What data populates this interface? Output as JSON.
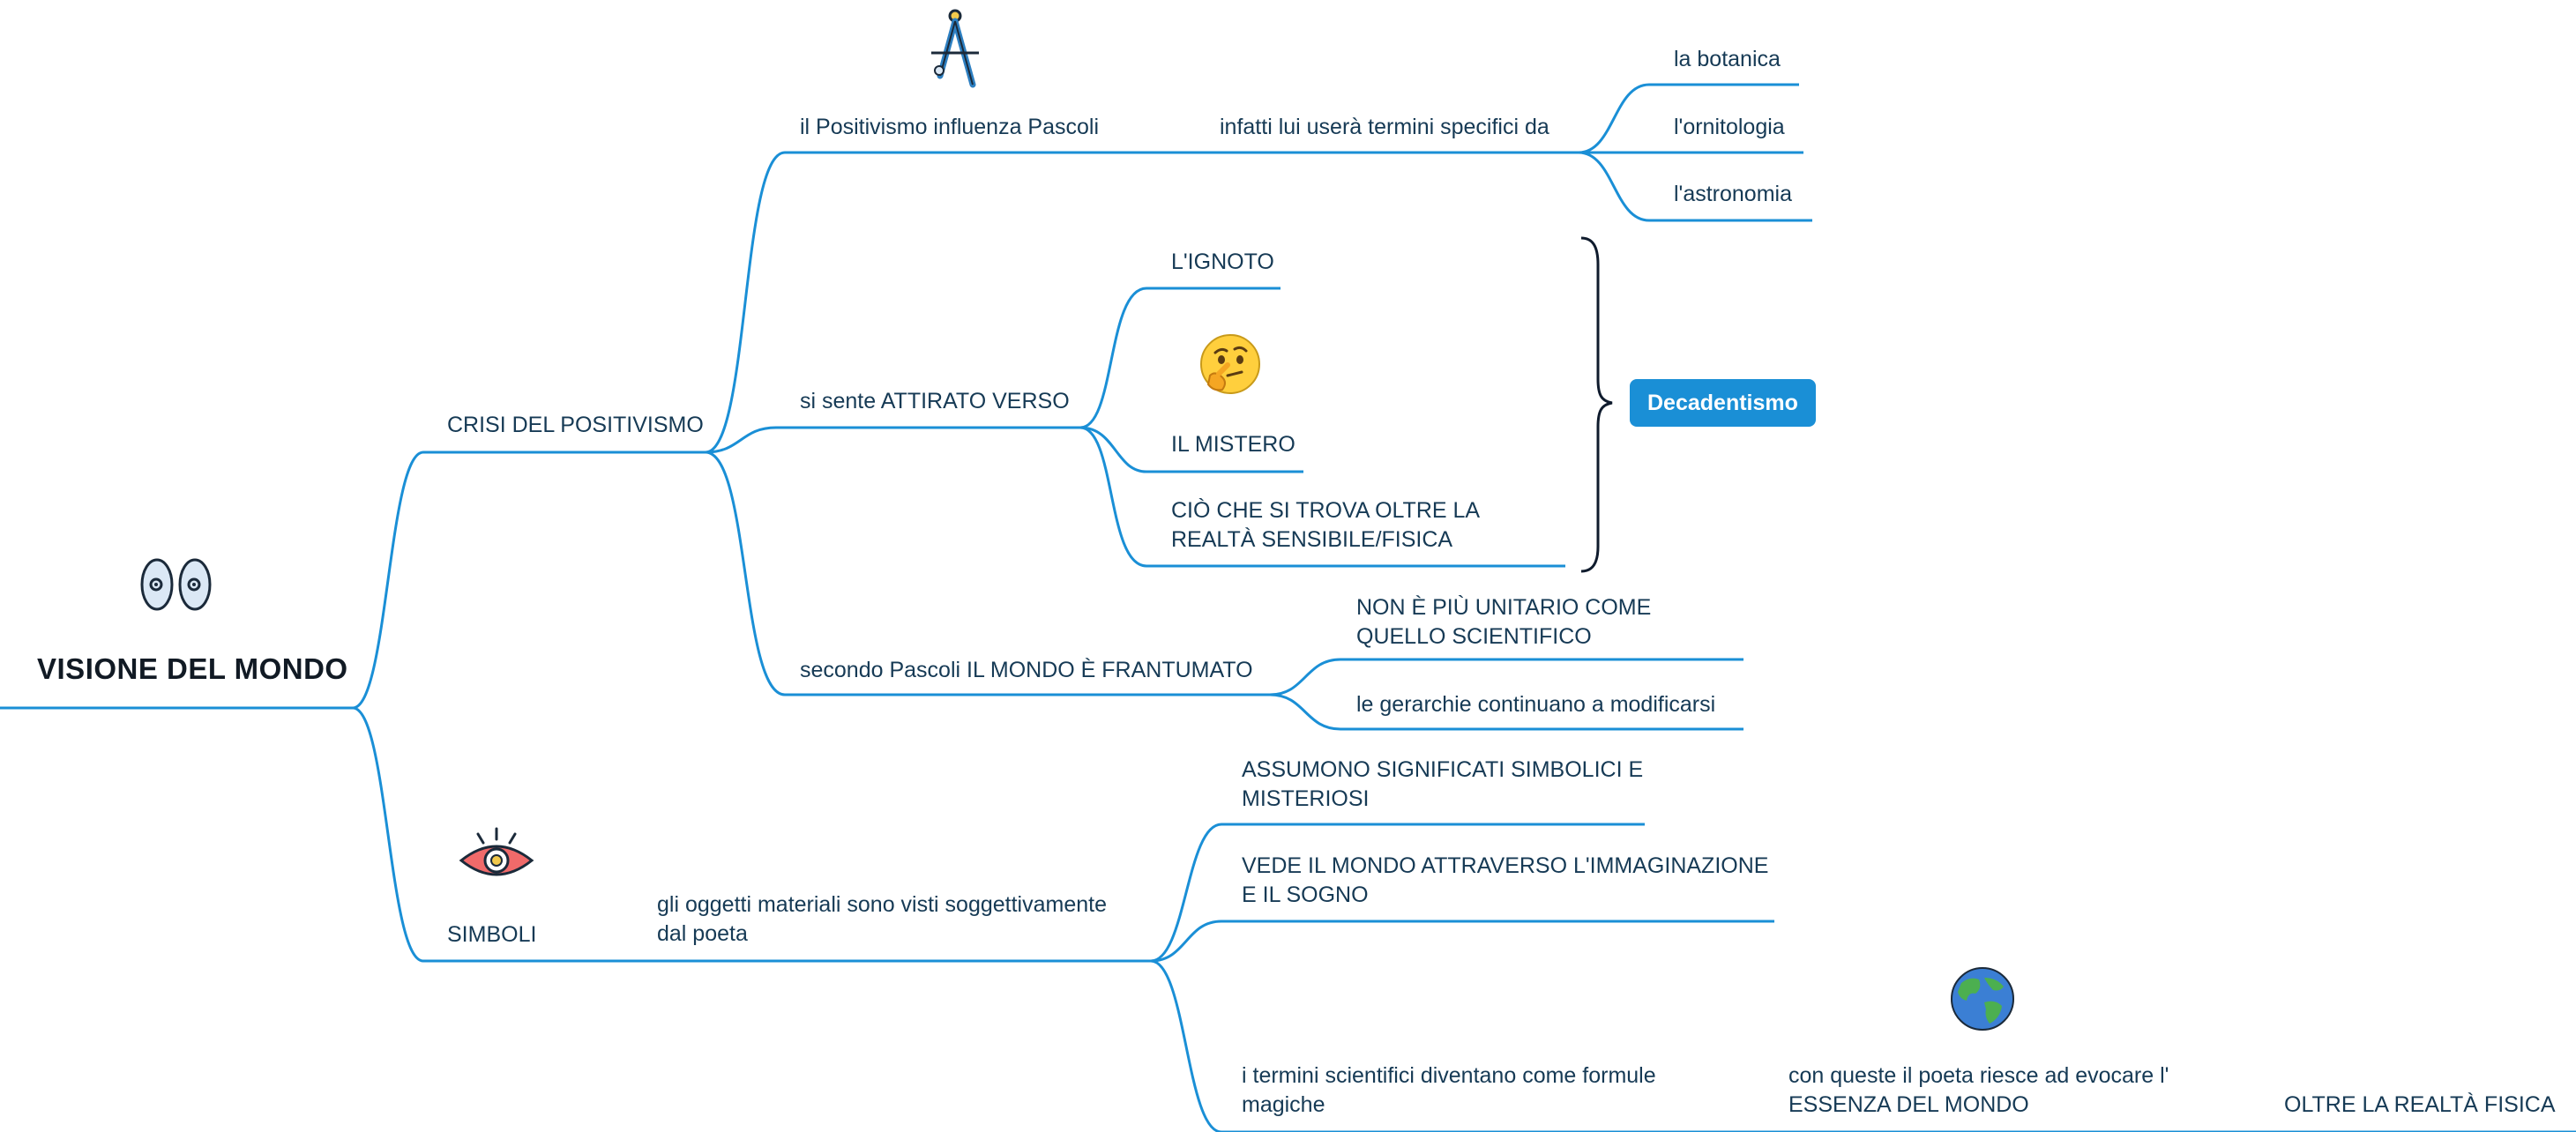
{
  "root": {
    "label": "VISIONE DEL MONDO",
    "icon": "eyes-icon"
  },
  "branches": {
    "crisi": {
      "label": "CRISI DEL POSITIVISMO",
      "positivismo": {
        "label": "il Positivismo influenza Pascoli",
        "icon": "compass-tool-icon",
        "child": "infatti lui userà termini specifici da",
        "leaves": [
          "la botanica",
          "l'ornitologia",
          "l'astronomia"
        ]
      },
      "attirato": {
        "label": "si sente ATTIRATO VERSO",
        "icon": "thinking-face-icon",
        "leaves": [
          "L'IGNOTO",
          "IL MISTERO",
          "CIÒ CHE SI TROVA OLTRE LA REALTÀ SENSIBILE/FISICA"
        ],
        "summary": "Decadentismo"
      },
      "frantumato": {
        "label": "secondo Pascoli IL MONDO È FRANTUMATO",
        "leaves": [
          "NON È PIÙ UNITARIO COME QUELLO SCIENTIFICO",
          "le gerarchie continuano a modificarsi"
        ]
      }
    },
    "simboli": {
      "label": "SIMBOLI",
      "icon": "eye-icon",
      "oggetti": {
        "label": "gli oggetti materiali sono visti soggettivamente dal poeta",
        "leaves": [
          "ASSUMONO SIGNIFICATI SIMBOLICI E MISTERIOSI",
          "VEDE IL MONDO ATTRAVERSO L'IMMAGINAZIONE E IL SOGNO",
          "i termini scientifici diventano come formule magiche"
        ],
        "essenza": {
          "label": "con queste il poeta riesce ad evocare l' ESSENZA DEL MONDO",
          "icon": "globe-icon",
          "child": "OLTRE LA REALTÀ FISICA"
        }
      }
    }
  },
  "colors": {
    "branch": "#1a8fd6",
    "text": "#163a55",
    "summary_bg": "#1a8fd6",
    "bracket": "#0f1b2d"
  }
}
